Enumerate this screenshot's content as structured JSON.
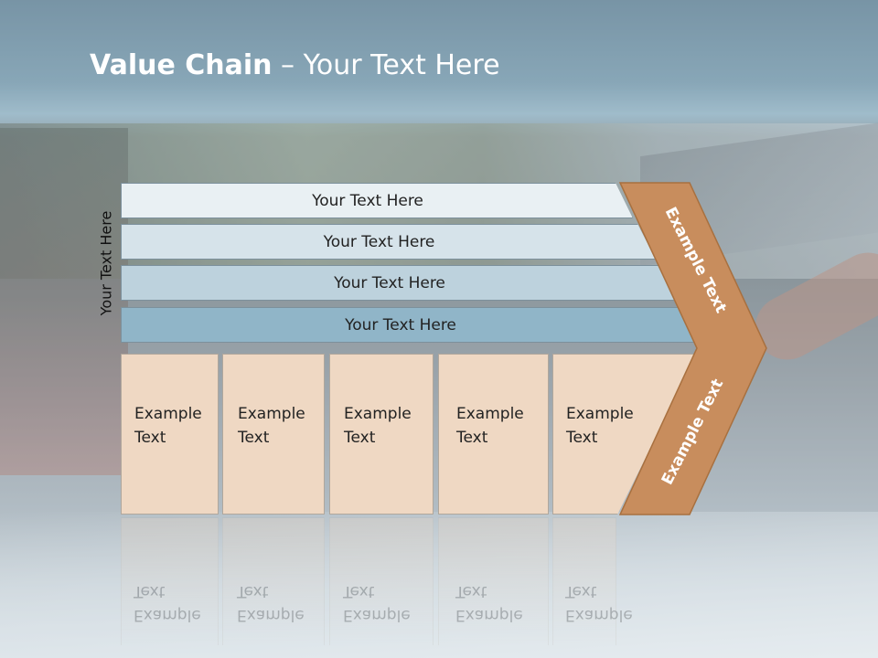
{
  "title": {
    "bold": "Value Chain",
    "rest": " – Your Text Here"
  },
  "side_label": "Your Text Here",
  "bars": [
    "Your Text Here",
    "Your Text Here",
    "Your Text Here",
    "Your Text Here"
  ],
  "boxes": [
    {
      "line1": "Example",
      "line2": "Text"
    },
    {
      "line1": "Example",
      "line2": "Text"
    },
    {
      "line1": "Example",
      "line2": "Text"
    },
    {
      "line1": "Example",
      "line2": "Text"
    },
    {
      "line1": "Example",
      "line2": "Text"
    }
  ],
  "chevron": {
    "upper": "Example Text",
    "lower": "Example Text",
    "color": "#c88d5d"
  },
  "colors": {
    "box_fill": "#efd8c3",
    "bar_fills": [
      "#e9f0f3",
      "#d6e3ea",
      "#bdd2dd",
      "#90b5c8"
    ]
  }
}
